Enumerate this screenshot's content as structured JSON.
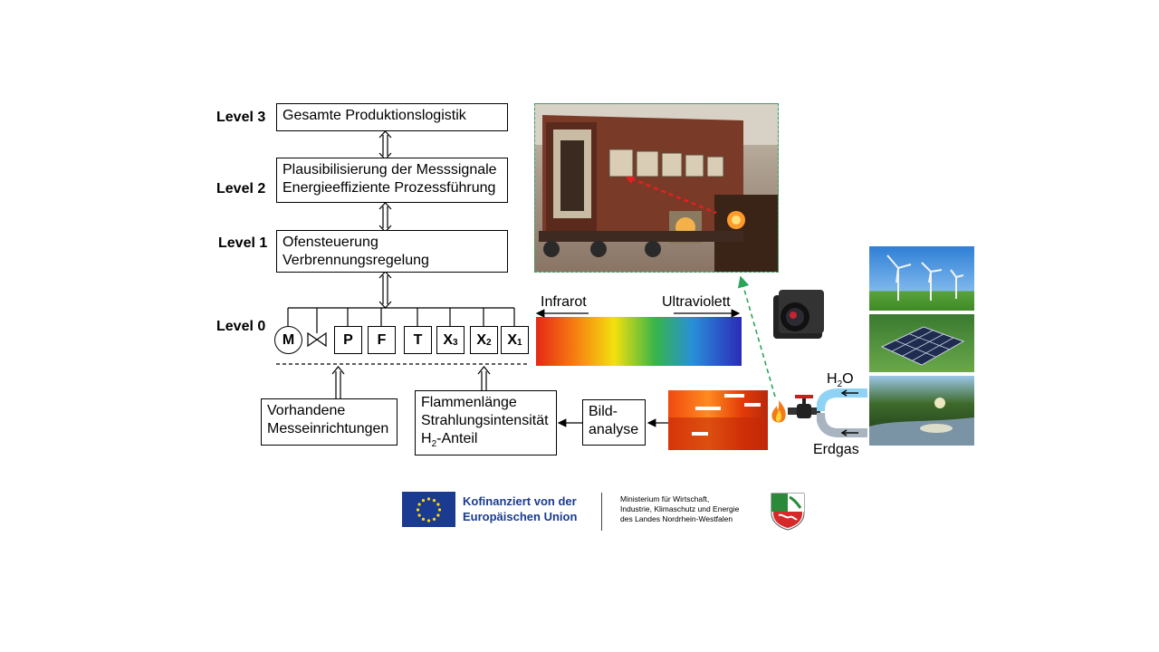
{
  "levels": {
    "l3": "Level 3",
    "l2": "Level 2",
    "l1": "Level 1",
    "l0": "Level 0"
  },
  "boxes": {
    "level3": [
      "Gesamte Produktionslogistik"
    ],
    "level2": [
      "Plausibilisierung der Messsignale",
      "Energieeffiziente Prozessführung"
    ],
    "level1": [
      "Ofensteuerung",
      "Verbrennungsregelung"
    ],
    "existing": [
      "Vorhandene",
      "Messeinrichtungen"
    ],
    "flame": [
      "Flammenlänge",
      "Strahlungsintensität",
      "H2-Anteil"
    ],
    "image_analysis": [
      "Bild-",
      "analyse"
    ]
  },
  "sensors": {
    "motor": "M",
    "p": "P",
    "f": "F",
    "t": "T",
    "x3": "X",
    "x3_sub": "3",
    "x2": "X",
    "x2_sub": "2",
    "x1": "X",
    "x1_sub": "1"
  },
  "spectrum": {
    "left_label": "Infrarot",
    "right_label": "Ultraviolett"
  },
  "fuel": {
    "water": "H",
    "water_sub": "2",
    "water_tail": "O",
    "gas": "Erdgas"
  },
  "footer": {
    "eu_line1": "Kofinanziert von der",
    "eu_line2": "Europäischen Union",
    "ministry_line1": "Ministerium für Wirtschaft,",
    "ministry_line2": "Industrie, Klimaschutz und Energie",
    "ministry_line3": "des Landes Nordrhein-Westfalen"
  },
  "colors": {
    "arrow_green": "#2aa55a",
    "eu_blue": "#1a3b8f",
    "water_blue": "#8fd3f4",
    "gas_gray": "#a8b4c0"
  }
}
